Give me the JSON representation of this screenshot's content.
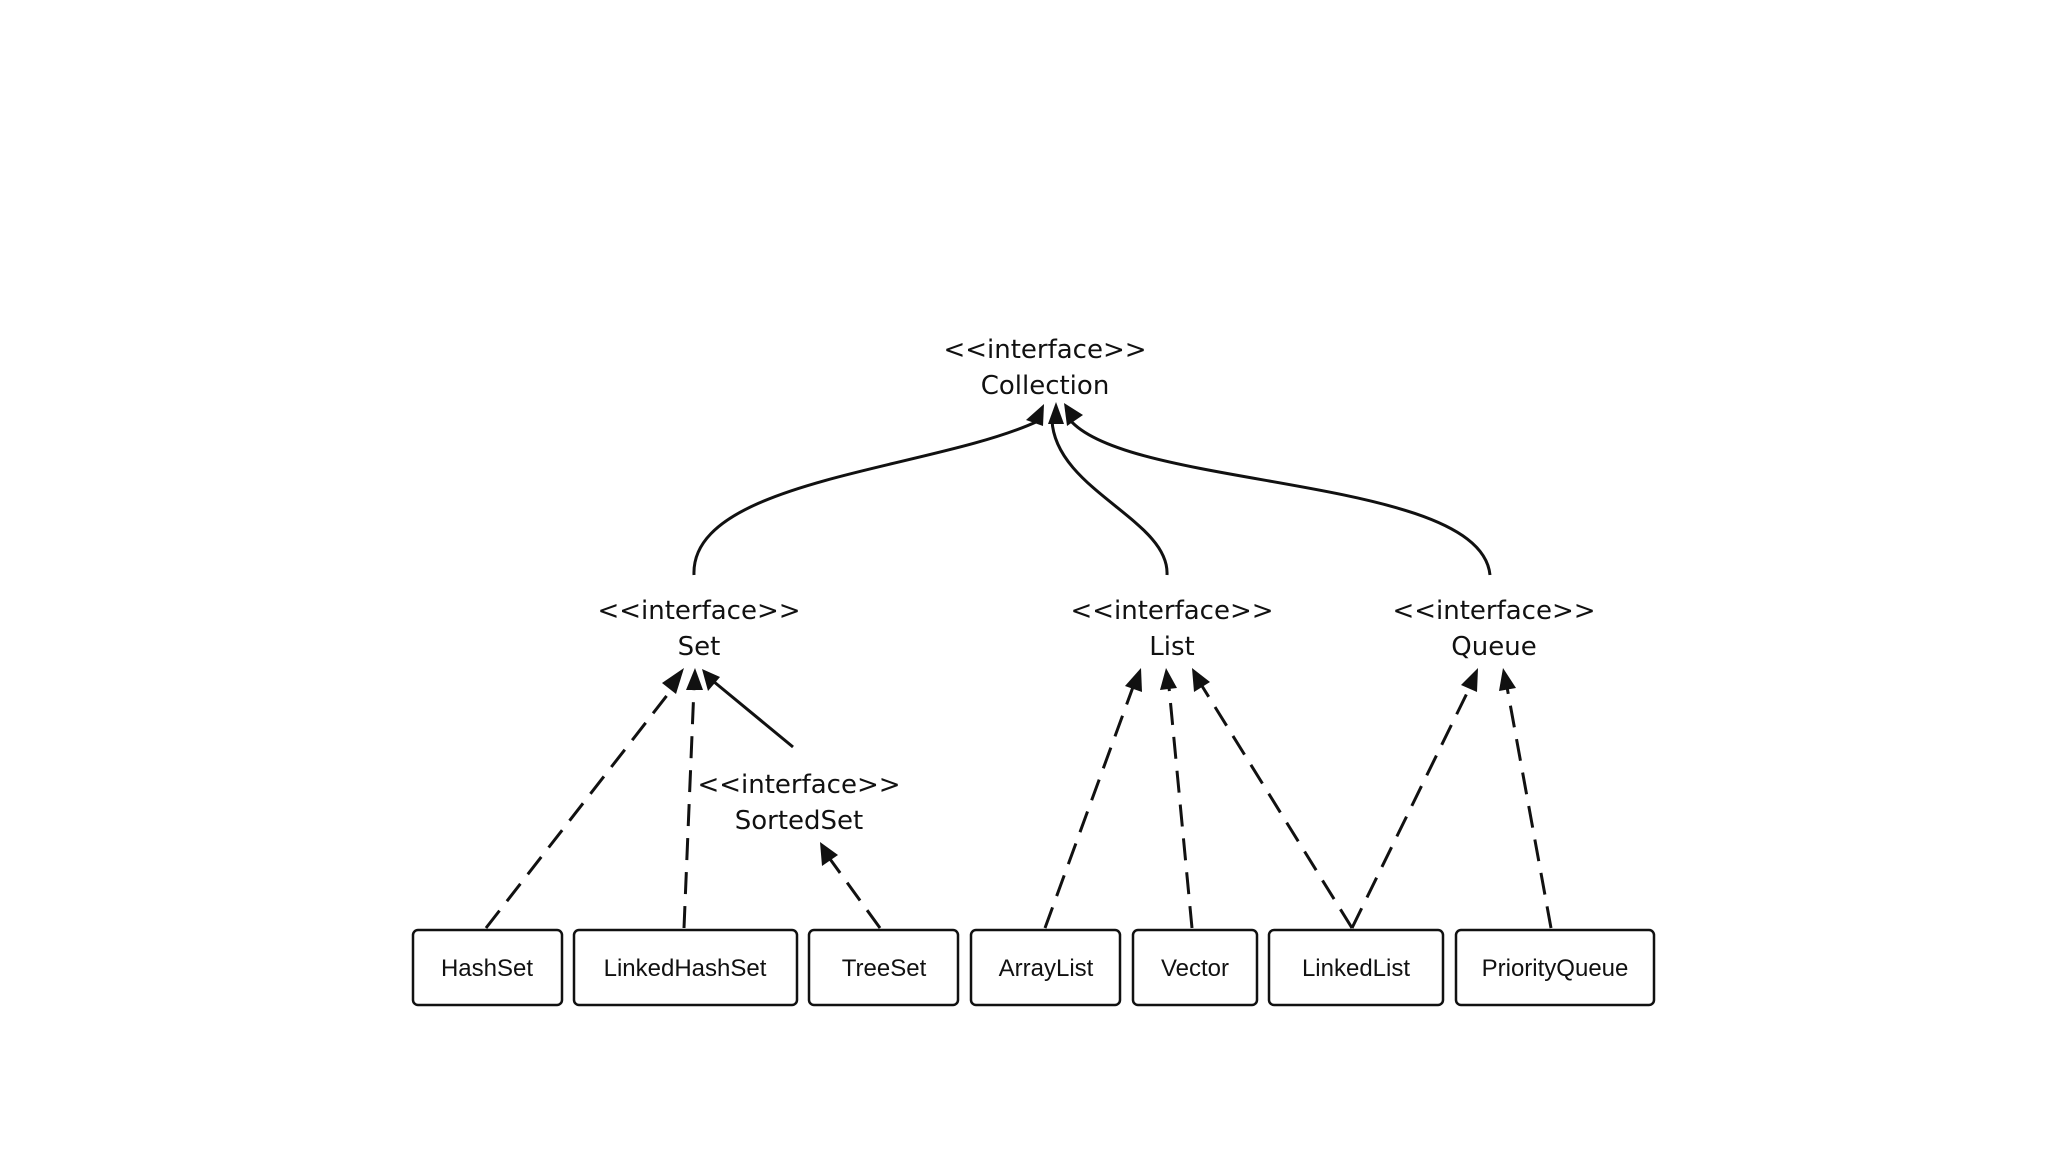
{
  "interfaces": [
    {
      "id": "collection",
      "stereotype": "<<interface>>",
      "name": "Collection"
    },
    {
      "id": "set",
      "stereotype": "<<interface>>",
      "name": "Set"
    },
    {
      "id": "list",
      "stereotype": "<<interface>>",
      "name": "List"
    },
    {
      "id": "queue",
      "stereotype": "<<interface>>",
      "name": "Queue"
    },
    {
      "id": "sortedset",
      "stereotype": "<<interface>>",
      "name": "SortedSet"
    }
  ],
  "classes": [
    {
      "id": "hashset",
      "name": "HashSet"
    },
    {
      "id": "linkedhashset",
      "name": "LinkedHashSet"
    },
    {
      "id": "treeset",
      "name": "TreeSet"
    },
    {
      "id": "arraylist",
      "name": "ArrayList"
    },
    {
      "id": "vector",
      "name": "Vector"
    },
    {
      "id": "linkedlist",
      "name": "LinkedList"
    },
    {
      "id": "priorityqueue",
      "name": "PriorityQueue"
    }
  ],
  "edges": [
    {
      "from": "set",
      "to": "collection",
      "style": "solid"
    },
    {
      "from": "list",
      "to": "collection",
      "style": "solid"
    },
    {
      "from": "queue",
      "to": "collection",
      "style": "solid"
    },
    {
      "from": "sortedset",
      "to": "set",
      "style": "solid"
    },
    {
      "from": "hashset",
      "to": "set",
      "style": "dashed"
    },
    {
      "from": "linkedhashset",
      "to": "set",
      "style": "dashed"
    },
    {
      "from": "treeset",
      "to": "sortedset",
      "style": "dashed"
    },
    {
      "from": "arraylist",
      "to": "list",
      "style": "dashed"
    },
    {
      "from": "vector",
      "to": "list",
      "style": "dashed"
    },
    {
      "from": "linkedlist",
      "to": "list",
      "style": "dashed"
    },
    {
      "from": "linkedlist",
      "to": "queue",
      "style": "dashed"
    },
    {
      "from": "priorityqueue",
      "to": "queue",
      "style": "dashed"
    }
  ]
}
